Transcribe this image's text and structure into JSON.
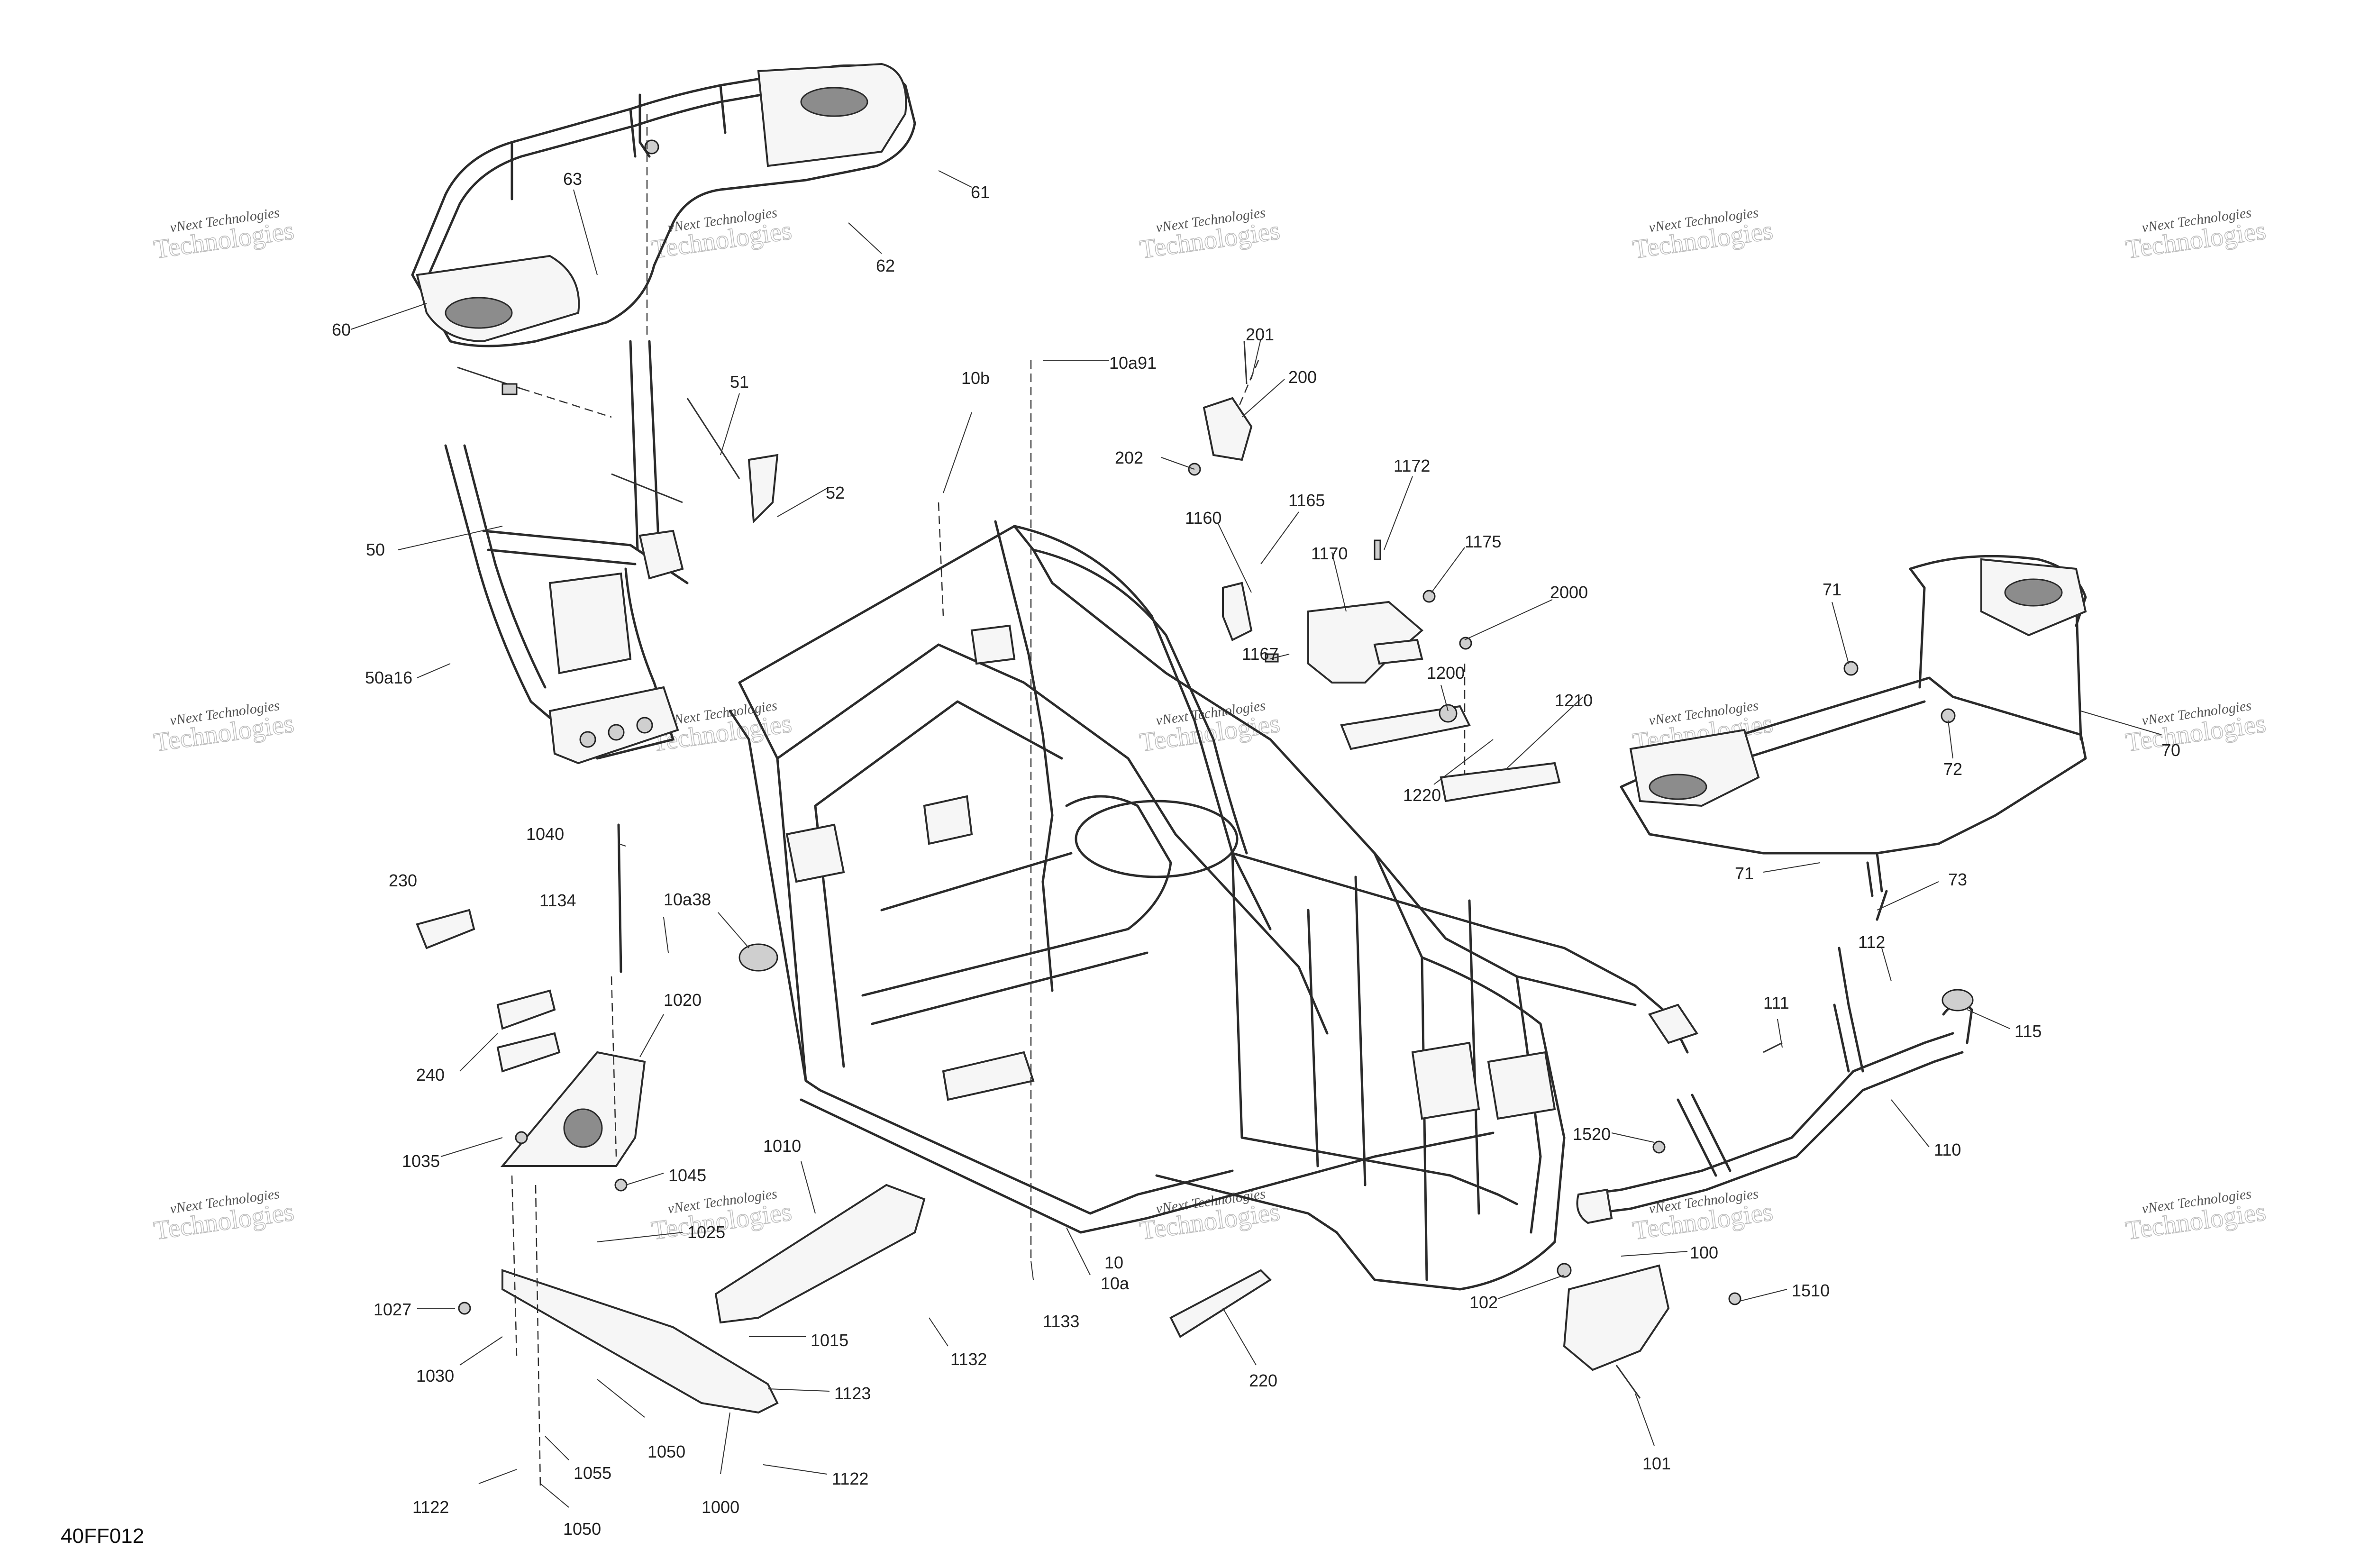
{
  "drawing_id": "40FF012",
  "watermark": {
    "line1": "vNext Technologies",
    "line2": "Technologies"
  },
  "callouts": {
    "c60": "60",
    "c61": "61",
    "c62": "62",
    "c63": "63",
    "c51": "51",
    "c52": "52",
    "c50": "50",
    "c50a16": "50a16",
    "c10a91": "10a91",
    "c10b": "10b",
    "c201": "201",
    "c200": "200",
    "c202": "202",
    "c1172": "1172",
    "c1160": "1160",
    "c1165": "1165",
    "c1170": "1170",
    "c1175": "1175",
    "c2000": "2000",
    "c1167": "1167",
    "c1200": "1200",
    "c1210": "1210",
    "c1220": "1220",
    "c71a": "71",
    "c72": "72",
    "c70": "70",
    "c71b": "71",
    "c73": "73",
    "c1040": "1040",
    "c230": "230",
    "c1134": "1134",
    "c10a38": "10a38",
    "c1020": "1020",
    "c240": "240",
    "c1035": "1035",
    "c1045": "1045",
    "c1025": "1025",
    "c1010": "1010",
    "c1027": "1027",
    "c1015": "1015",
    "c1132": "1132",
    "c1030": "1030",
    "c1133": "1133",
    "c10": "10",
    "c10a": "10a",
    "c1123": "1123",
    "c1050a": "1050",
    "c1055": "1055",
    "c1000": "1000",
    "c1122a": "1122",
    "c1122b": "1122",
    "c1050b": "1050",
    "c220": "220",
    "c112": "112",
    "c111": "111",
    "c115": "115",
    "c1520": "1520",
    "c110": "110",
    "c100": "100",
    "c102": "102",
    "c1510": "1510",
    "c101": "101"
  }
}
